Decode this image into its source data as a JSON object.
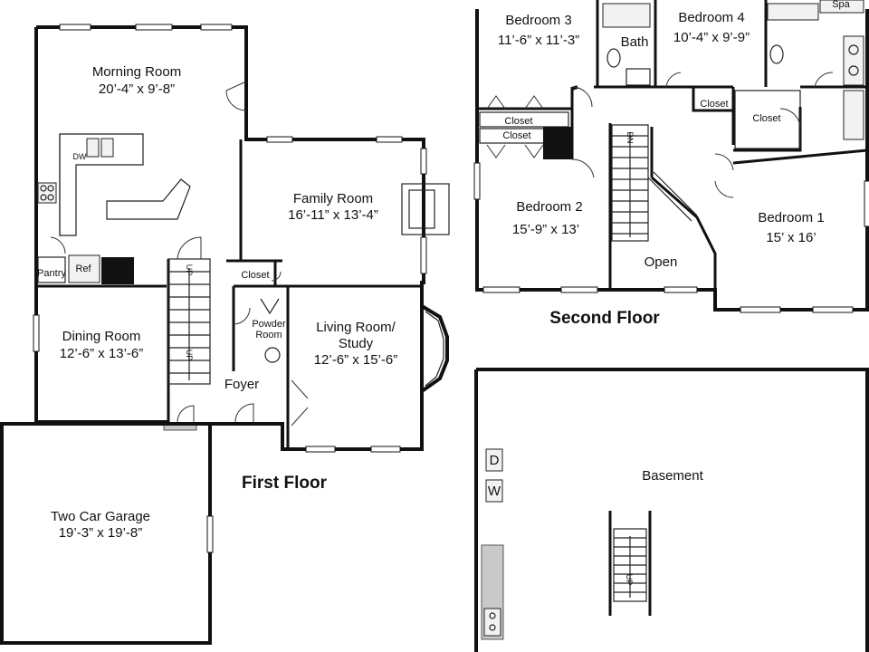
{
  "floors": {
    "first": "First Floor",
    "second": "Second Floor",
    "basement": "Basement"
  },
  "rooms": {
    "morning_room": {
      "name": "Morning Room",
      "dims": "20’-4” x 9’-8”"
    },
    "family_room": {
      "name": "Family Room",
      "dims": "16’-11” x 13’-4”"
    },
    "dining_room": {
      "name": "Dining Room",
      "dims": "12’-6” x 13’-6”"
    },
    "living_room": {
      "name1": "Living Room/",
      "name2": "Study",
      "dims": "12’-6” x 15’-6”"
    },
    "garage": {
      "name": "Two Car Garage",
      "dims": "19’-3” x 19’-8”"
    },
    "foyer": {
      "name": "Foyer"
    },
    "powder": {
      "name1": "Powder",
      "name2": "Room"
    },
    "pantry": {
      "name": "Pantry"
    },
    "ref": {
      "name": "Ref"
    },
    "dw": {
      "name": "DW"
    },
    "closet": {
      "name": "Closet"
    },
    "bedroom1": {
      "name": "Bedroom 1",
      "dims": "15’ x 16’"
    },
    "bedroom2": {
      "name": "Bedroom 2",
      "dims": "15’-9” x 13’"
    },
    "bedroom3": {
      "name": "Bedroom 3",
      "dims": "11’-6” x 11’-3”"
    },
    "bedroom4": {
      "name": "Bedroom 4",
      "dims": "10’-4” x 9’-9”"
    },
    "bath": {
      "name": "Bath"
    },
    "spa": {
      "name": "Spa"
    },
    "open": {
      "name": "Open"
    },
    "washer": {
      "name": "W"
    },
    "dryer": {
      "name": "D"
    },
    "stair_up": "UP",
    "stair_dn": "DN"
  },
  "colors": {
    "wall": "#111111",
    "background": "#ffffff",
    "counter": "#c9c9c9"
  }
}
